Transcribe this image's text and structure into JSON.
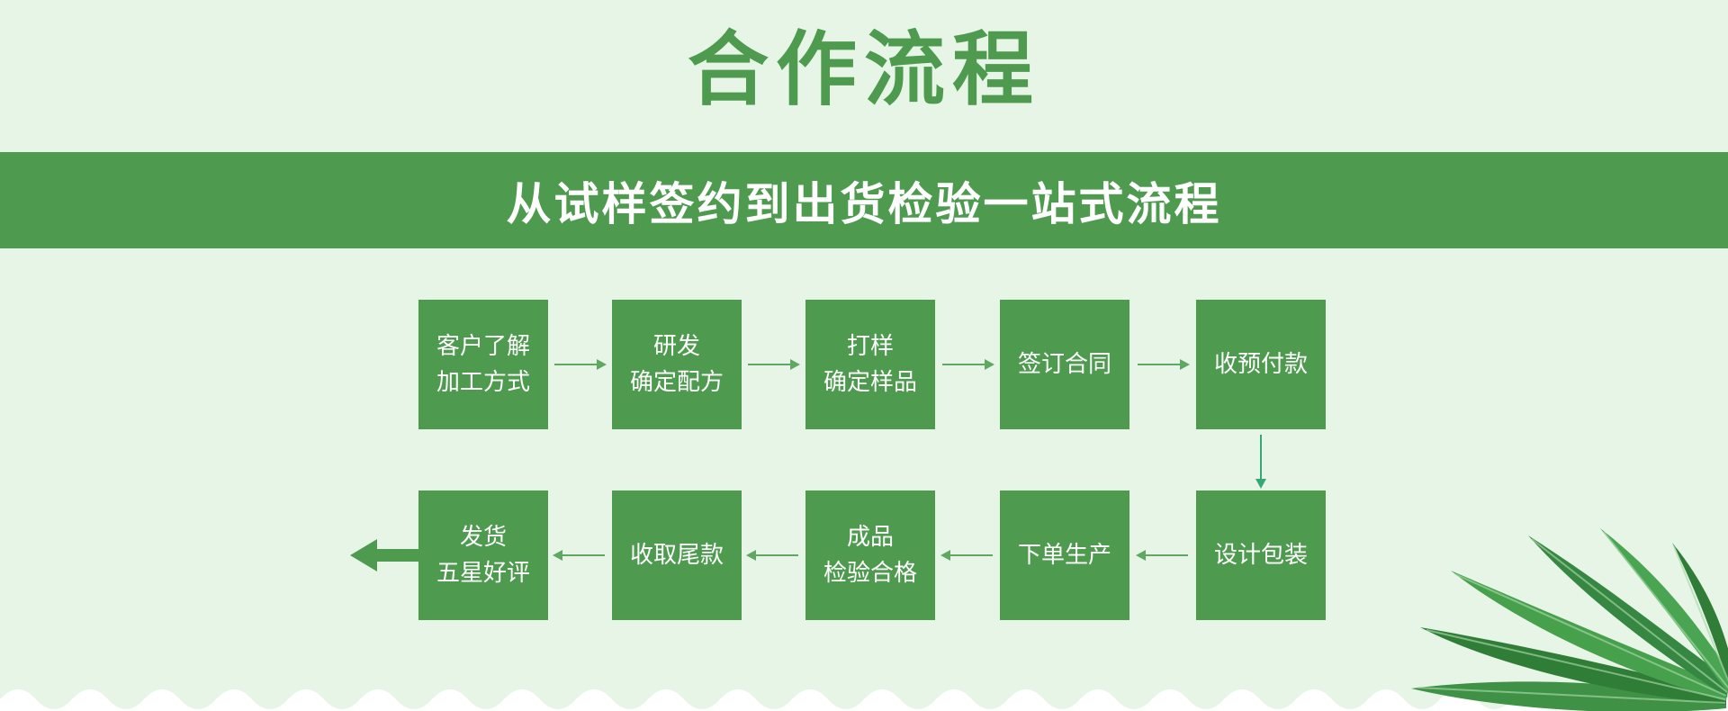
{
  "page": {
    "title": "合作流程",
    "subtitle": "从试样签约到出货检验一站式流程"
  },
  "colors": {
    "page_background": "#e7f5e7",
    "primary_green": "#4e9b50",
    "box_text": "#ffffff",
    "arrow_green": "#5fa862",
    "down_arrow_teal": "#35a878"
  },
  "flow": {
    "row1": [
      {
        "label": "客户了解\n加工方式"
      },
      {
        "label": "研发\n确定配方"
      },
      {
        "label": "打样\n确定样品"
      },
      {
        "label": "签订合同"
      },
      {
        "label": "收预付款"
      }
    ],
    "row2": [
      {
        "label": "发货\n五星好评"
      },
      {
        "label": "收取尾款"
      },
      {
        "label": "成品\n检验合格"
      },
      {
        "label": "下单生产"
      },
      {
        "label": "设计包装"
      }
    ]
  }
}
